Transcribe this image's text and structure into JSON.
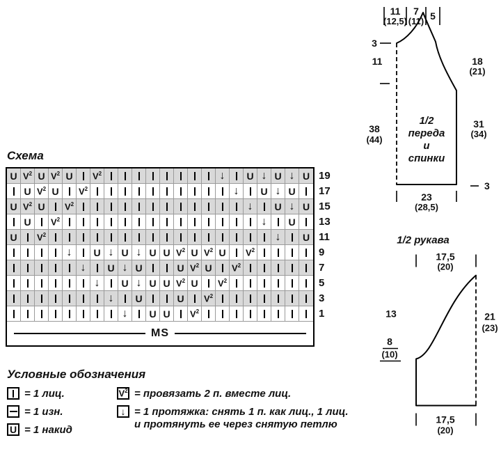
{
  "chart_section": {
    "title": "Схема",
    "ms_label": "MS",
    "rows": [
      {
        "num": "19",
        "cells": [
          "U",
          "V2",
          "U",
          "V2",
          "U",
          "I",
          "V2",
          "I",
          "I",
          "I",
          "I",
          "I",
          "I",
          "I",
          "I",
          "A",
          "I",
          "U",
          "A",
          "U",
          "A",
          "U"
        ]
      },
      {
        "num": "17",
        "cells": [
          "I",
          "U",
          "V2",
          "U",
          "I",
          "V2",
          "I",
          "I",
          "I",
          "I",
          "I",
          "I",
          "I",
          "I",
          "I",
          "I",
          "A",
          "I",
          "U",
          "A",
          "U",
          "I"
        ]
      },
      {
        "num": "15",
        "cells": [
          "U",
          "V2",
          "U",
          "I",
          "V2",
          "I",
          "I",
          "I",
          "I",
          "I",
          "I",
          "I",
          "I",
          "I",
          "I",
          "I",
          "I",
          "A",
          "I",
          "U",
          "A",
          "U"
        ]
      },
      {
        "num": "13",
        "cells": [
          "I",
          "U",
          "I",
          "V2",
          "I",
          "I",
          "I",
          "I",
          "I",
          "I",
          "I",
          "I",
          "I",
          "I",
          "I",
          "I",
          "I",
          "I",
          "A",
          "I",
          "U",
          "I"
        ]
      },
      {
        "num": "11",
        "cells": [
          "U",
          "I",
          "V2",
          "I",
          "I",
          "I",
          "I",
          "I",
          "I",
          "I",
          "I",
          "I",
          "I",
          "I",
          "I",
          "I",
          "I",
          "I",
          "I",
          "A",
          "I",
          "U"
        ]
      },
      {
        "num": "9",
        "cells": [
          "I",
          "I",
          "I",
          "I",
          "A",
          "I",
          "U",
          "A",
          "U",
          "A",
          "U",
          "U",
          "V2",
          "U",
          "V2",
          "U",
          "I",
          "V2",
          "I",
          "I",
          "I",
          "I"
        ]
      },
      {
        "num": "7",
        "cells": [
          "I",
          "I",
          "I",
          "I",
          "I",
          "A",
          "I",
          "U",
          "A",
          "U",
          "I",
          "I",
          "U",
          "V2",
          "U",
          "I",
          "V2",
          "I",
          "I",
          "I",
          "I",
          "I"
        ]
      },
      {
        "num": "5",
        "cells": [
          "I",
          "I",
          "I",
          "I",
          "I",
          "I",
          "A",
          "I",
          "U",
          "A",
          "U",
          "U",
          "V2",
          "U",
          "I",
          "V2",
          "I",
          "I",
          "I",
          "I",
          "I",
          "I"
        ]
      },
      {
        "num": "3",
        "cells": [
          "I",
          "I",
          "I",
          "I",
          "I",
          "I",
          "I",
          "A",
          "I",
          "U",
          "I",
          "I",
          "U",
          "I",
          "V2",
          "I",
          "I",
          "I",
          "I",
          "I",
          "I",
          "I"
        ]
      },
      {
        "num": "1",
        "cells": [
          "I",
          "I",
          "I",
          "I",
          "I",
          "I",
          "I",
          "I",
          "A",
          "I",
          "U",
          "U",
          "I",
          "V2",
          "I",
          "I",
          "I",
          "I",
          "I",
          "I",
          "I",
          "I"
        ]
      }
    ]
  },
  "legend": {
    "title": "Условные обозначения",
    "left_items": [
      {
        "sym": "I",
        "text": "= 1 лиц."
      },
      {
        "sym": "dash",
        "text": "= 1 изн."
      },
      {
        "sym": "U",
        "text": "= 1 накид"
      }
    ],
    "right_items": [
      {
        "sym": "V2",
        "text": "= провязать 2 п. вместе лиц."
      },
      {
        "sym": "A",
        "text": "= 1 протяжка: снять 1 п. как лиц., 1 лиц.",
        "text2": "и протянуть ее через снятую петлю"
      }
    ]
  },
  "front_back": {
    "label_l1": "1/2",
    "label_l2": "переда",
    "label_l3": "и",
    "label_l4": "спинки",
    "top_m1": "11",
    "top_m1b": "(12,5)",
    "top_m2": "7",
    "top_m2b": "(11)",
    "top_m3": "5",
    "left_m1": "3",
    "left_m2": "11",
    "left_m3": "38",
    "left_m3b": "(44)",
    "right_m1": "18",
    "right_m1b": "(21)",
    "right_m2": "31",
    "right_m2b": "(34)",
    "right_m3": "3",
    "bottom_m": "23",
    "bottom_mb": "(28,5)"
  },
  "sleeve": {
    "title": "1/2 рукава",
    "top_m": "17,5",
    "top_mb": "(20)",
    "left_m1": "13",
    "left_m2": "8",
    "left_m2b": "(10)",
    "right_m": "21",
    "right_mb": "(23)",
    "bottom_m": "17,5",
    "bottom_mb": "(20)"
  }
}
